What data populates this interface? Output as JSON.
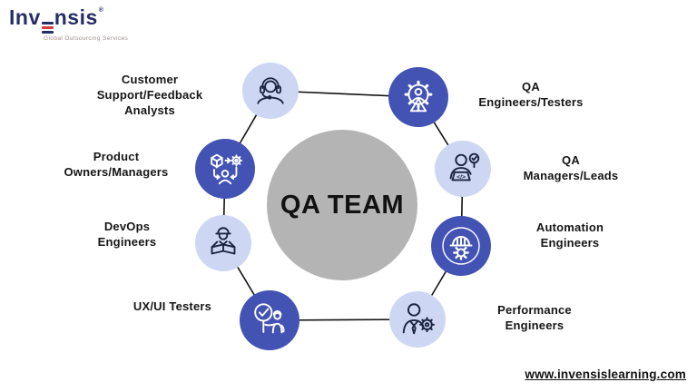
{
  "brand": {
    "wordmark_prefix": "Inv",
    "wordmark_suffix": "nsis",
    "registered_mark": "®",
    "tagline": "Global Outsourcing Services",
    "navy": "#252e66",
    "red": "#d93a3a"
  },
  "center": {
    "title": "QA TEAM",
    "circle_color": "#b4b4b4",
    "text_color": "#111111"
  },
  "colors": {
    "node_dark": "#4353b4",
    "node_light": "#cdd7f4",
    "icon_on_light": "#1c2540",
    "icon_on_dark": "#ffffff",
    "ring_line": "#111111"
  },
  "roles": [
    {
      "id": "customer-support-feedback-analysts",
      "icon": "headset-agent-icon",
      "variant": "light",
      "lines": [
        "Customer",
        "Support/Feedback",
        "Analysts"
      ]
    },
    {
      "id": "qa-engineers-testers",
      "icon": "gear-person-alert-icon",
      "variant": "dark",
      "lines": [
        "QA",
        "Engineers/Testers"
      ]
    },
    {
      "id": "qa-managers-leads",
      "icon": "person-laptop-code-magnifier-icon",
      "variant": "light",
      "lines": [
        "QA",
        "Managers/Leads"
      ]
    },
    {
      "id": "automation-engineers",
      "icon": "hardhat-gear-icon",
      "variant": "dark",
      "lines": [
        "Automation",
        "Engineers"
      ]
    },
    {
      "id": "performance-engineers",
      "icon": "person-gear-icon",
      "variant": "light",
      "lines": [
        "Performance",
        "Engineers"
      ]
    },
    {
      "id": "uxui-testers",
      "icon": "magnifier-check-worker-icon",
      "variant": "dark",
      "lines": [
        "UX/UI Testers"
      ]
    },
    {
      "id": "devops-engineers",
      "icon": "worker-blueprint-icon",
      "variant": "light",
      "lines": [
        "DevOps",
        "Engineers"
      ]
    },
    {
      "id": "product-owners-managers",
      "icon": "box-gear-person-icon",
      "variant": "dark",
      "lines": [
        "Product",
        "Owners/Managers"
      ]
    }
  ],
  "footer": {
    "website": "www.invensislearning.com"
  }
}
